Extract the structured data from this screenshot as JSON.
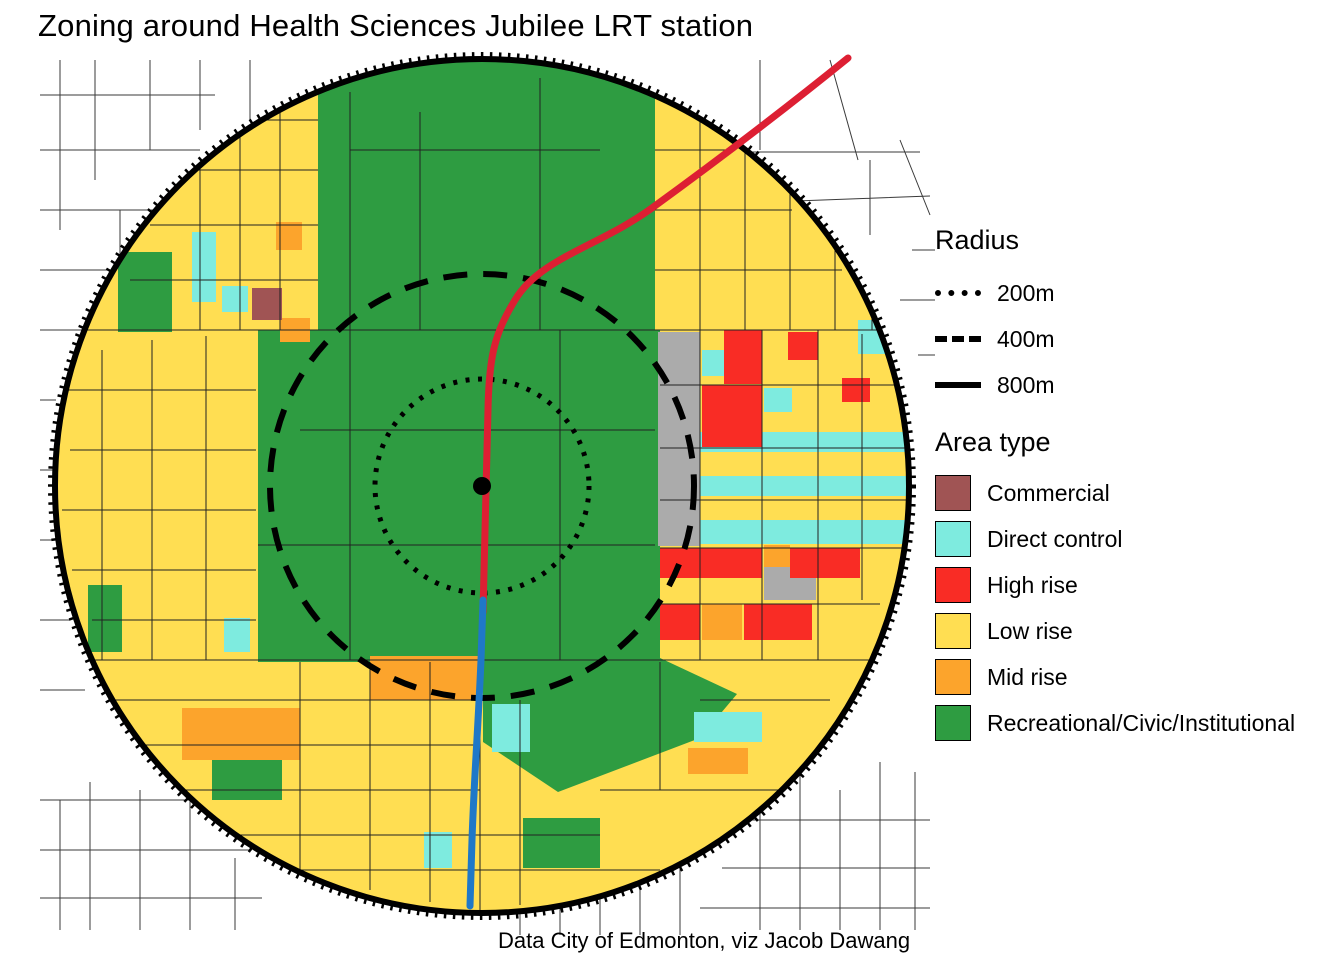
{
  "title": "Zoning around Health Sciences Jubilee LRT station",
  "caption": "Data City of Edmonton, viz Jacob Dawang",
  "legend_radius": {
    "heading": "Radius",
    "items": [
      {
        "label": "200m",
        "style": "dotted"
      },
      {
        "label": "400m",
        "style": "dashed"
      },
      {
        "label": "800m",
        "style": "solid"
      }
    ]
  },
  "legend_area": {
    "heading": "Area type",
    "items": [
      {
        "label": "Commercial",
        "color": "#A05454"
      },
      {
        "label": "Direct control",
        "color": "#7EEBDF"
      },
      {
        "label": "High rise",
        "color": "#F92C25"
      },
      {
        "label": "Low rise",
        "color": "#FFDE52"
      },
      {
        "label": "Mid rise",
        "color": "#FCA42C"
      },
      {
        "label": "Recreational/Civic/Institutional",
        "color": "#2E9C41"
      }
    ]
  },
  "colors": {
    "commercial": "#A05454",
    "direct_control": "#7EEBDF",
    "high_rise": "#F92C25",
    "low_rise": "#FFDE52",
    "mid_rise": "#FCA42C",
    "recreational": "#2E9C41",
    "other_gray": "#ABABAB",
    "lrt_north": "#DD1F33",
    "lrt_south": "#1F78C8"
  }
}
